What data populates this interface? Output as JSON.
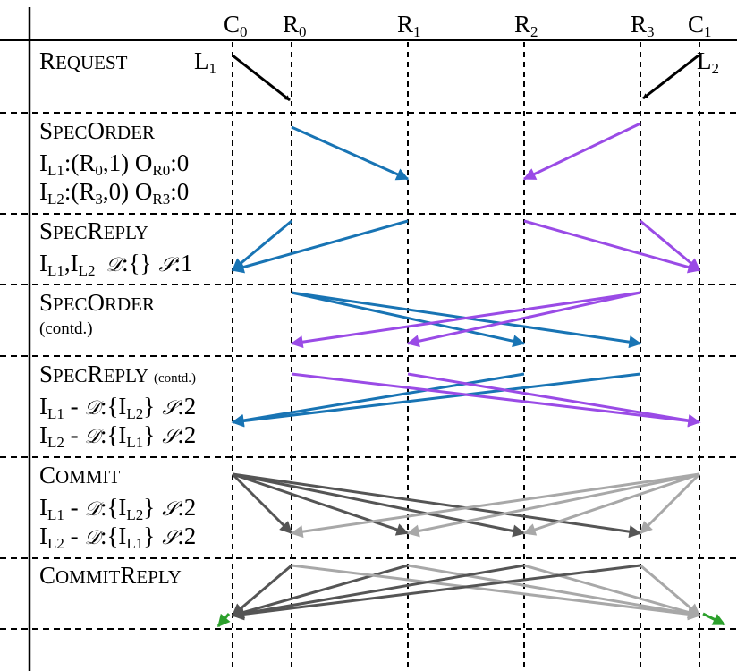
{
  "columns": [
    {
      "id": "C0",
      "letter": "C",
      "sub": "0"
    },
    {
      "id": "R0",
      "letter": "R",
      "sub": "0"
    },
    {
      "id": "R1",
      "letter": "R",
      "sub": "1"
    },
    {
      "id": "R2",
      "letter": "R",
      "sub": "2"
    },
    {
      "id": "R3",
      "letter": "R",
      "sub": "3"
    },
    {
      "id": "C1",
      "letter": "C",
      "sub": "1"
    }
  ],
  "phases": {
    "request": {
      "first": "R",
      "rest": "EQUEST"
    },
    "spec_order": {
      "a_first": "S",
      "a_rest": "PEC",
      "b_first": "O",
      "b_rest": "RDER"
    },
    "spec_reply": {
      "a_first": "S",
      "a_rest": "PEC",
      "b_first": "R",
      "b_rest": "EPLY"
    },
    "spec_order_contd": {
      "a_first": "S",
      "a_rest": "PEC",
      "b_first": "O",
      "b_rest": "RDER",
      "note": "(contd.)"
    },
    "spec_reply_contd": {
      "a_first": "S",
      "a_rest": "PEC",
      "b_first": "R",
      "b_rest": "EPLY",
      "note": "(contd.)"
    },
    "commit": {
      "first": "C",
      "rest": "OMMIT"
    },
    "commit_reply": {
      "a_first": "C",
      "a_rest": "OMMIT",
      "b_first": "R",
      "b_rest": "EPLY"
    }
  },
  "request_labels": {
    "l1": {
      "main": "L",
      "sub": "1"
    },
    "l2": {
      "main": "L",
      "sub": "2"
    }
  },
  "spec_order_lines": {
    "line1": {
      "i": "I",
      "i_sub": "L1",
      "mid": ":(R",
      "r_sub": "0",
      "tail": ",1) O",
      "o_sub": "R0",
      "end": ":0"
    },
    "line2": {
      "i": "I",
      "i_sub": "L2",
      "mid": ":(R",
      "r_sub": "3",
      "tail": ",0) O",
      "o_sub": "R3",
      "end": ":0"
    }
  },
  "spec_reply_line": {
    "i": "I",
    "sub1": "L1",
    "comma": ",I",
    "sub2": "L2",
    "d_sym": "𝒟",
    "d_val": ":{}",
    "s_sym": "𝒮",
    "s_val": ":1"
  },
  "dep_lines": {
    "il1": {
      "i": "I",
      "i_sub": "L1",
      "dash": " - ",
      "d_sym": "𝒟",
      "open": ":{I",
      "dep_sub": "L2",
      "close": "}",
      "s_sym": "𝒮",
      "s_val": ":2"
    },
    "il2": {
      "i": "I",
      "i_sub": "L2",
      "dash": " - ",
      "d_sym": "𝒟",
      "open": ":{I",
      "dep_sub": "L1",
      "close": "}",
      "s_sym": "𝒮",
      "s_val": ":2"
    }
  },
  "colors": {
    "black": "#000000",
    "blue": "#1874b4",
    "purple": "#9a4be6",
    "dark_gray": "#555555",
    "light_gray": "#a8a8a8",
    "green": "#2ca02c"
  }
}
